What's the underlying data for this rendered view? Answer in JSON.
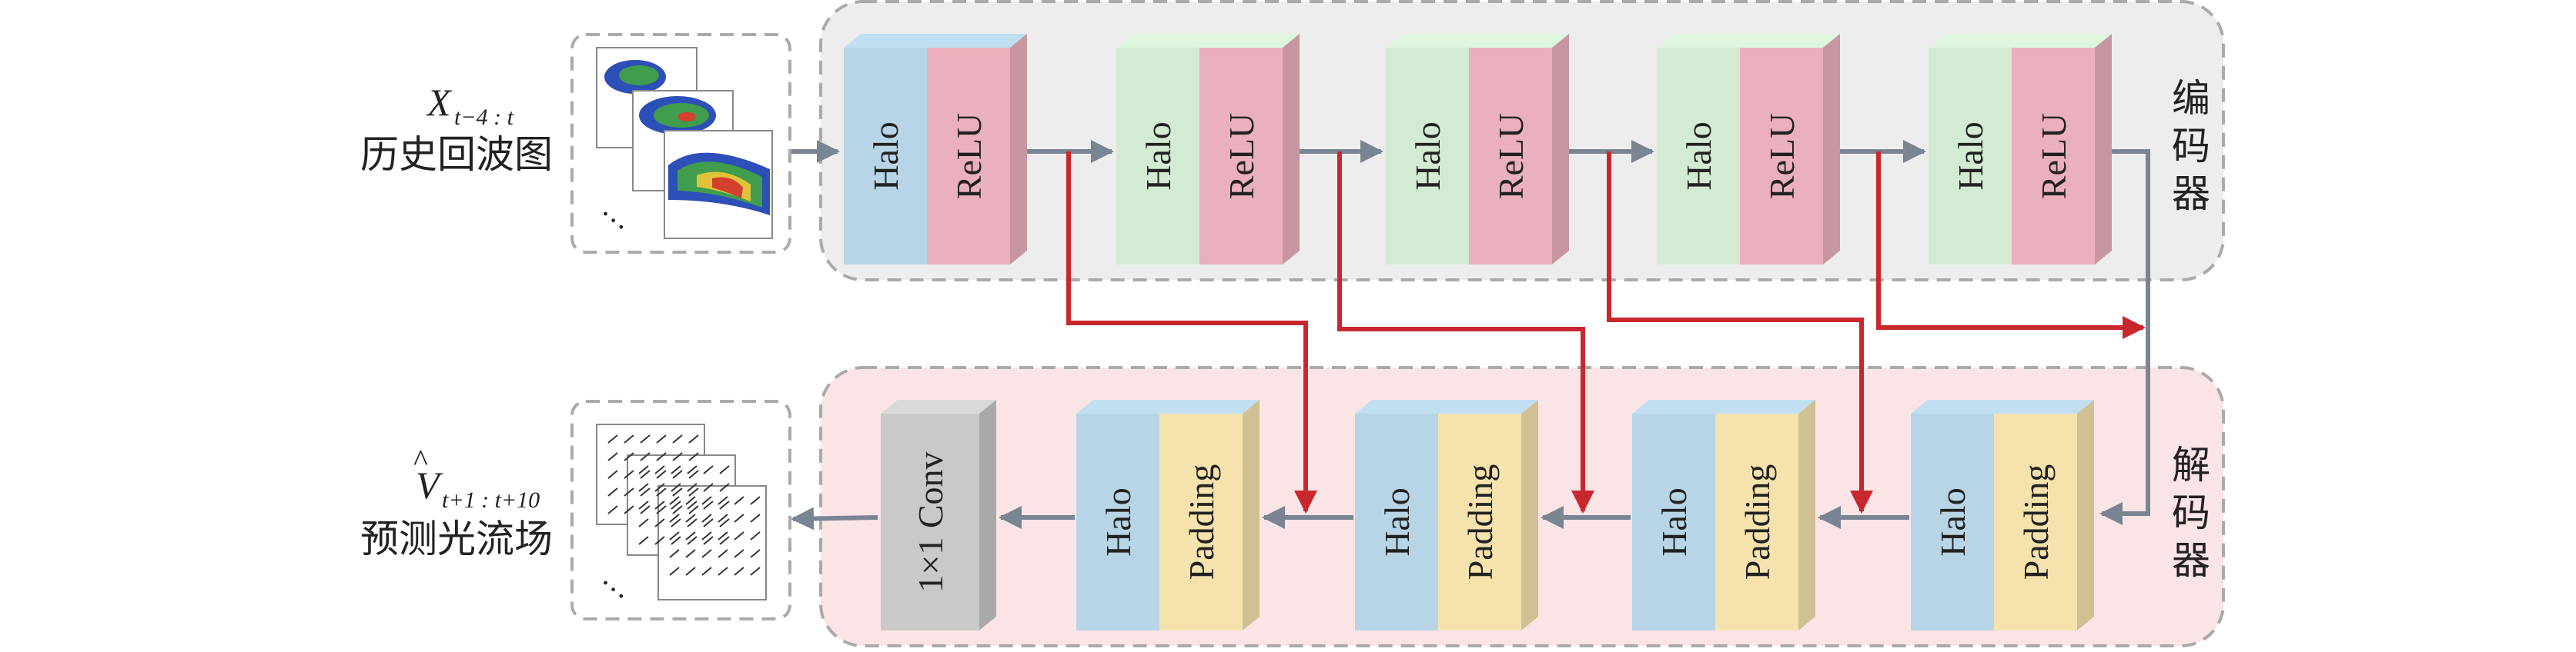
{
  "input": {
    "symbol": "X",
    "subscript": "t−4 : t",
    "caption": "历史回波图"
  },
  "output": {
    "symbol": "V",
    "hat": "^",
    "subscript": "t+1 : t+10",
    "caption": "预测光流场"
  },
  "encoder": {
    "label": "编码器",
    "blocks": [
      {
        "left": "Halo",
        "right": "ReLU"
      },
      {
        "left": "Halo",
        "right": "ReLU"
      },
      {
        "left": "Halo",
        "right": "ReLU"
      },
      {
        "left": "Halo",
        "right": "ReLU"
      },
      {
        "left": "Halo",
        "right": "ReLU"
      }
    ]
  },
  "decoder": {
    "label": "解码器",
    "blocks": [
      {
        "left": "Halo",
        "right": "Padding"
      },
      {
        "left": "Halo",
        "right": "Padding"
      },
      {
        "left": "Halo",
        "right": "Padding"
      },
      {
        "left": "Halo",
        "right": "Padding"
      }
    ],
    "final_conv": "1×1 Conv"
  },
  "colors": {
    "encoder_bg": "#ededed",
    "decoder_bg": "#fbe4e6",
    "halo_encoder_first": "#b7d5e6",
    "halo_encoder": "#d3ead3",
    "relu": "#eab0bd",
    "halo_decoder": "#b7d5e6",
    "padding": "#f5e2ad",
    "conv": "#c9c9c9",
    "flow_arrow": "#7a8593",
    "skip_arrow": "#c8282d"
  }
}
